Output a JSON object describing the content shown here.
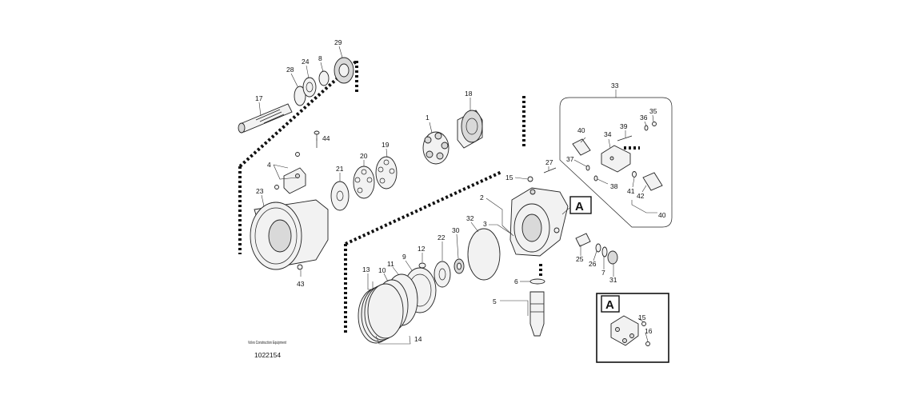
{
  "diagram": {
    "callouts": [
      "1",
      "2",
      "3",
      "4",
      "5",
      "6",
      "7",
      "8",
      "9",
      "10",
      "11",
      "12",
      "13",
      "14",
      "15",
      "16",
      "17",
      "18",
      "19",
      "20",
      "21",
      "22",
      "23",
      "24",
      "25",
      "26",
      "27",
      "28",
      "29",
      "30",
      "31",
      "32",
      "33",
      "34",
      "35",
      "36",
      "37",
      "38",
      "39",
      "40",
      "41",
      "42",
      "43",
      "44"
    ],
    "detail_label": "A",
    "inset": {
      "label": "A",
      "callouts": [
        "15",
        "16"
      ]
    },
    "footer": {
      "brand": "Volvo Construction Equipment",
      "drawing_number": "1022154"
    }
  }
}
